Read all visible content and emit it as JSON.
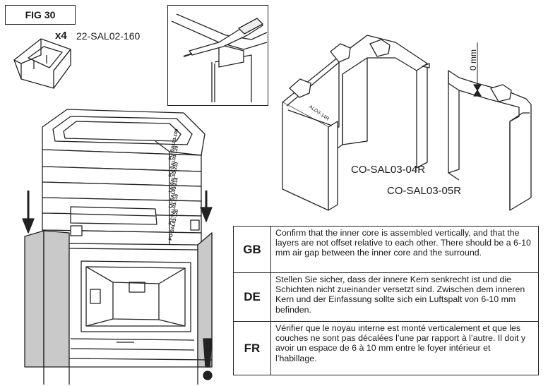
{
  "figure": {
    "label": "FIG 30"
  },
  "part": {
    "quantity": "x4",
    "code": "22-SAL02-160"
  },
  "dimension": {
    "gap": "0 mm"
  },
  "parts": {
    "left": "CO-SAL03-04R",
    "right": "CO-SAL03-05R",
    "printed_code": "ALO3-14R"
  },
  "core_labels": [
    "PO-SAL03-100",
    "PO-SAL03-120",
    "LE-SAL03-210",
    "LE-SAL03-214",
    "PO-SAL03-110",
    "PO-SAL03-120"
  ],
  "instructions": [
    {
      "lang": "GB",
      "text": "Confirm that the inner core is assembled vertically, and that the layers are not offset relative to each other. There should be a 6-10 mm air gap between the inner core and the surround."
    },
    {
      "lang": "DE",
      "text": "Stellen Sie sicher, dass der innere Kern senkrecht ist und die Schichten nicht zueinander versetzt sind. Zwischen dem inneren Kern und der Einfassung sollte sich ein Luftspalt von 6-10 mm befinden."
    },
    {
      "lang": "FR",
      "text": "Vérifier que le noyau interne est monté verticalement et que les couches ne sont pas décalées l’une par rapport à l’autre. Il doit y avoir un espace de 6 à 10 mm entre le foyer intérieur et l’habillage."
    }
  ],
  "colors": {
    "panel_gray": "#c9c9c9",
    "line": "#222222"
  }
}
